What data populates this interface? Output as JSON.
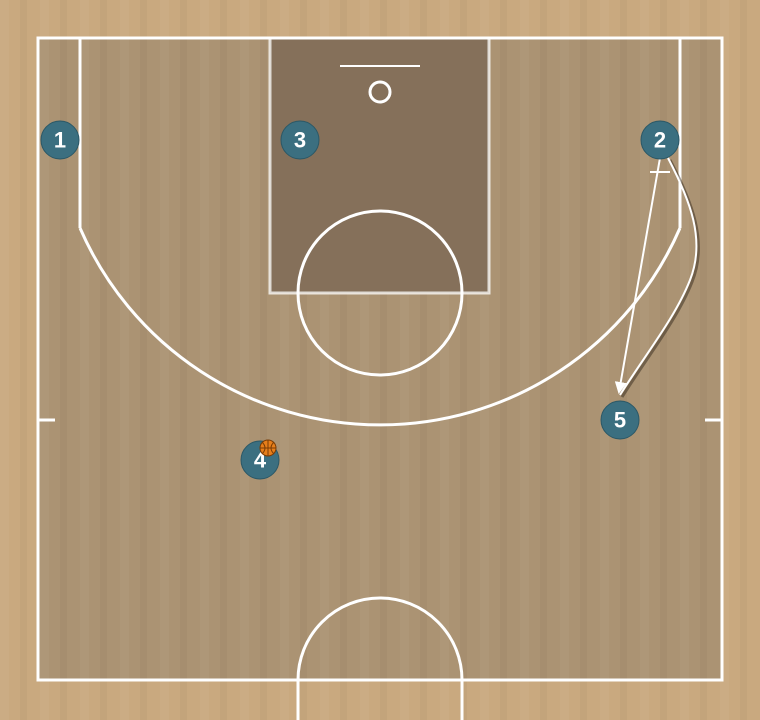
{
  "diagram": {
    "type": "basketball-half-court-play",
    "colors": {
      "floor_outer": "#c9a97f",
      "floor_inner": "#ab9373",
      "paint": "#85705a",
      "lines": "#ffffff",
      "player_fill": "#3b6f80",
      "ball": "#e67e1a"
    },
    "players": [
      {
        "id": "p1",
        "label": "1"
      },
      {
        "id": "p2",
        "label": "2"
      },
      {
        "id": "p3",
        "label": "3"
      },
      {
        "id": "p4",
        "label": "4",
        "has_ball": true
      },
      {
        "id": "p5",
        "label": "5"
      }
    ],
    "actions": [
      {
        "type": "screen",
        "from": "2",
        "to": "5"
      },
      {
        "type": "cut",
        "player": "2"
      }
    ]
  }
}
